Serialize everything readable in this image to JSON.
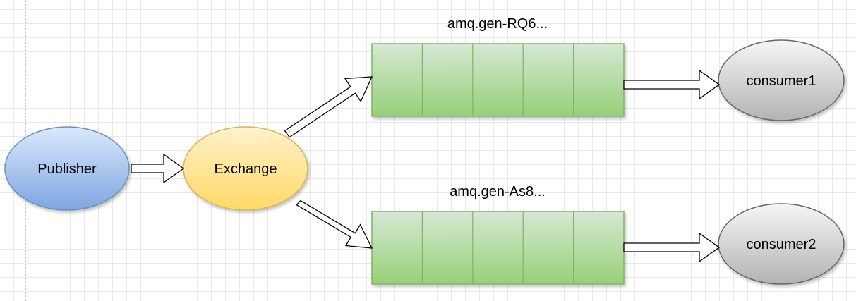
{
  "diagram": {
    "nodes": {
      "publisher": {
        "label": "Publisher",
        "fill": "#7ea6e0",
        "stroke": "#6c8ebf"
      },
      "exchange": {
        "label": "Exchange",
        "fill": "#ffd966",
        "stroke": "#d6b656"
      },
      "consumer1": {
        "label": "consumer1",
        "fill": "#d5d5d5",
        "stroke": "#666666"
      },
      "consumer2": {
        "label": "consumer2",
        "fill": "#d5d5d5",
        "stroke": "#666666"
      }
    },
    "queues": [
      {
        "name": "amq.gen-RQ6...",
        "cells": 5,
        "fill": "#b9e0a5",
        "stroke": "#82b366"
      },
      {
        "name": "amq.gen-As8...",
        "cells": 5,
        "fill": "#b9e0a5",
        "stroke": "#82b366"
      }
    ]
  }
}
